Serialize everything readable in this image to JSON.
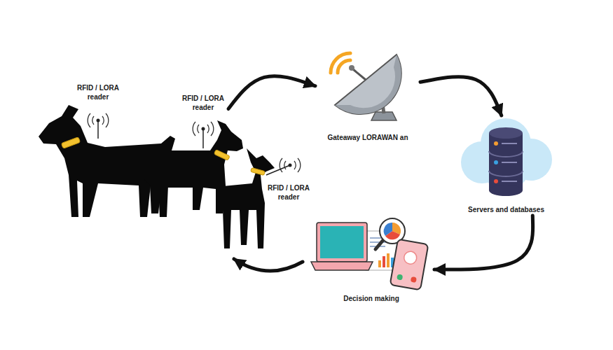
{
  "diagram": {
    "nodes": [
      {
        "text": [
          "RFID / LORA reader"
        ]
      },
      {
        "text": [
          "RFID / LORA reader"
        ]
      },
      {
        "text": [
          "RFID / LORA reader"
        ]
      },
      {
        "text": [
          "Gateaway LORAWAN an"
        ]
      },
      {
        "text": [
          "Servers and databases"
        ]
      },
      {
        "text": [
          "Decision making"
        ]
      }
    ],
    "edges": [
      {
        "from": 1,
        "to": 3,
        "arrow": "to"
      },
      {
        "from": 3,
        "to": 4,
        "arrow": "to"
      },
      {
        "from": 4,
        "to": 5,
        "arrow": "to"
      }
    ]
  }
}
